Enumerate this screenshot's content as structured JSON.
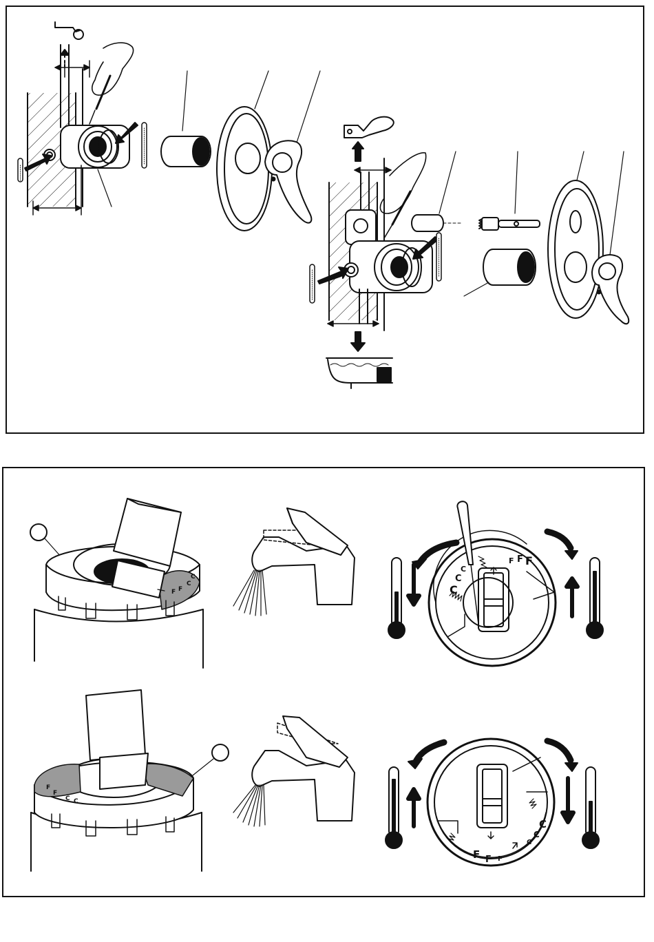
{
  "colors": {
    "ink": "#111111",
    "shade": "#9a9a9a",
    "paper": "#ffffff"
  },
  "panels": {
    "top": {
      "description_visible_text": ""
    },
    "bottom": {
      "marks_hot": "C",
      "marks_cold": "F",
      "top_right_letters": [
        "F",
        "F",
        "F"
      ],
      "top_left_letters": [
        "C",
        "C",
        "C"
      ],
      "bottom_left_letters": [
        "F",
        "F",
        "F"
      ],
      "bottom_right_letters": [
        "C",
        "C",
        "C"
      ]
    }
  }
}
